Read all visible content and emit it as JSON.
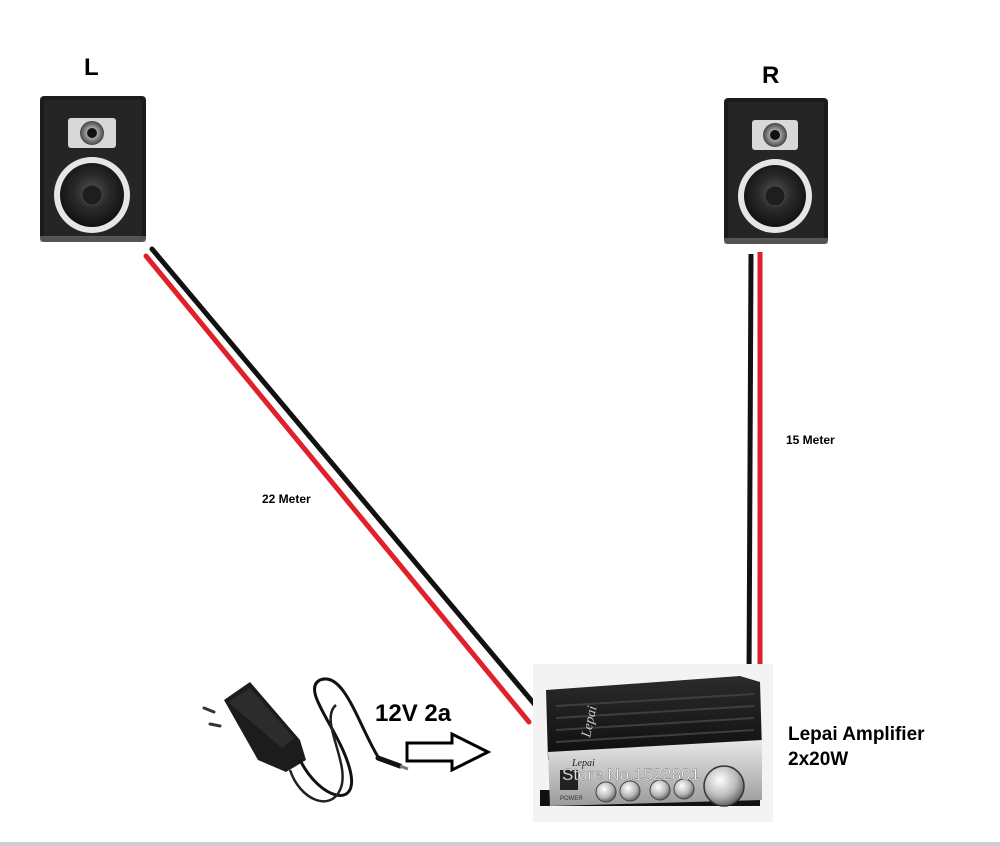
{
  "speakers": {
    "left": {
      "label": "L"
    },
    "right": {
      "label": "R"
    }
  },
  "cables": {
    "left_length": "22 Meter",
    "right_length": "15 Meter",
    "positive_color": "#e0202a",
    "negative_color": "#111111"
  },
  "power": {
    "label": "12V 2a"
  },
  "amplifier": {
    "name": "Lepai Amplifier",
    "power_rating": "2x20W",
    "brand": "Lepai",
    "watermark": "Store No.1522801",
    "power_text": "POWER"
  }
}
